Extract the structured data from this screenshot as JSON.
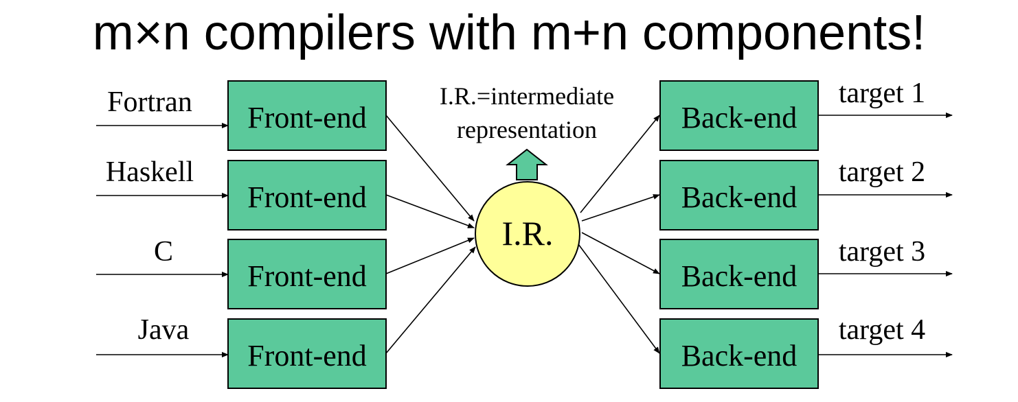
{
  "title": "m×n compilers with m+n components!",
  "languages": [
    "Fortran",
    "Haskell",
    "C",
    "Java"
  ],
  "front_end_label": "Front-end",
  "ir": {
    "label": "I.R.",
    "caption_line1": "I.R.=intermediate",
    "caption_line2": "representation"
  },
  "back_end_label": "Back-end",
  "targets": [
    "target 1",
    "target 2",
    "target 3",
    "target 4"
  ],
  "colors": {
    "box_fill": "#5bc99b",
    "ir_fill": "#ffff99"
  }
}
